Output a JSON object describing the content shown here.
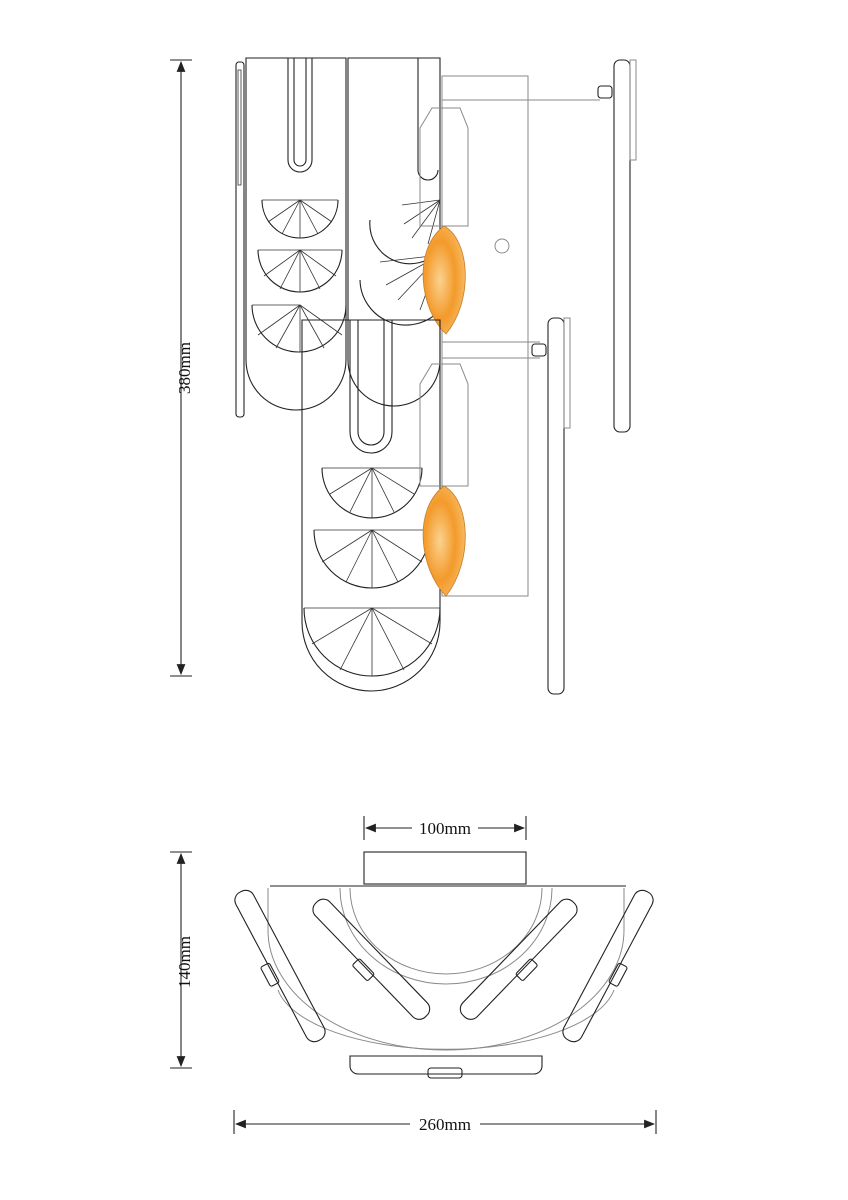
{
  "dimensions": {
    "height_side": "380mm",
    "width_top": "100mm",
    "height_bottom": "140mm",
    "width_bottom": "260mm"
  },
  "colors": {
    "line": "#222222",
    "bulb_glow": "#f39a2b",
    "bulb_core": "#fbd28f",
    "background": "#ffffff"
  },
  "icons": [
    "arrow-head-icon"
  ]
}
